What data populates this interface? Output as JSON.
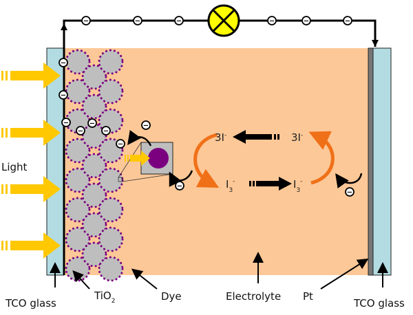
{
  "labels": {
    "light": "Light",
    "tco_glass_left": "TCO glass",
    "tio2": "TiO",
    "tio2_sub": "2",
    "dye": "Dye",
    "electrolyte": "Electrolyte",
    "pt": "Pt",
    "tco_glass_right": "TCO glass"
  },
  "ions": {
    "iodide": "3I",
    "iodide_charge": "-",
    "triiodide": "I",
    "triiodide_sub": "3",
    "triiodide_charge": "-"
  },
  "electron_symbol": "−",
  "colors": {
    "electrolyte": "#FDC897",
    "glass": "#B2DCE2",
    "light": "#FFC800",
    "tio2": "#BEBEBE",
    "dye": "#7A0080",
    "redox_arrow": "#F07018",
    "lamp": "#FFFF00",
    "pt": "#777777"
  }
}
